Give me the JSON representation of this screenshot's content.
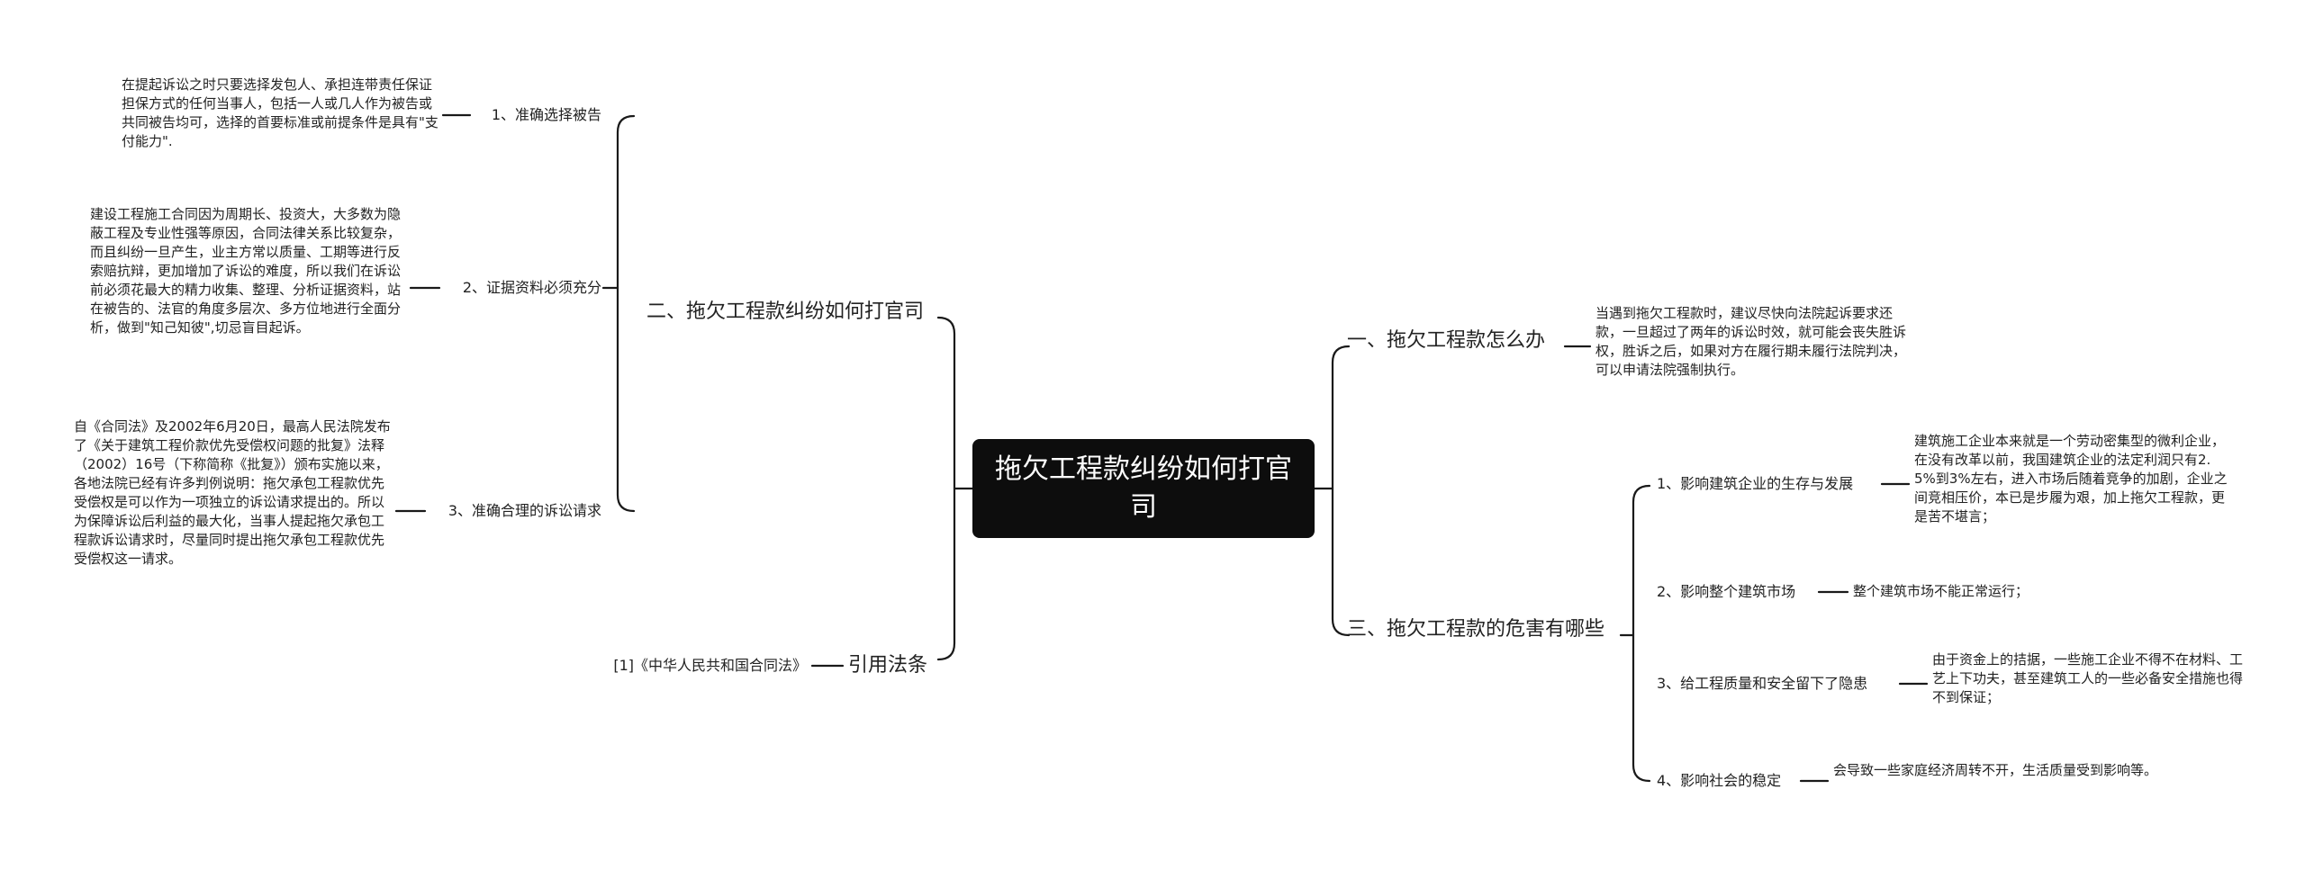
{
  "root": "拖欠工程款纠纷如何打官司",
  "left": {
    "b2": {
      "title": "二、拖欠工程款纠纷如何打官司",
      "items": [
        {
          "label": "1、准确选择被告",
          "text": "在提起诉讼之时只要选择发包人、承担连带责任保证担保方式的任何当事人，包括一人或几人作为被告或共同被告均可，选择的首要标准或前提条件是具有\"支付能力\"."
        },
        {
          "label": "2、证据资料必须充分",
          "text": "建设工程施工合同因为周期长、投资大，大多数为隐蔽工程及专业性强等原因，合同法律关系比较复杂，而且纠纷一旦产生，业主方常以质量、工期等进行反索赔抗辩，更加增加了诉讼的难度，所以我们在诉讼前必须花最大的精力收集、整理、分析证据资料，站在被告的、法官的角度多层次、多方位地进行全面分析，做到\"知己知彼\",切忌盲目起诉。"
        },
        {
          "label": "3、准确合理的诉讼请求",
          "text": "自《合同法》及2002年6月20日，最高人民法院发布了《关于建筑工程价款优先受偿权问题的批复》法释（2002）16号（下称简称《批复》）颁布实施以来，各地法院已经有许多判例说明：拖欠承包工程款优先受偿权是可以作为一项独立的诉讼请求提出的。所以为保障诉讼后利益的最大化，当事人提起拖欠承包工程款诉讼请求时，尽量同时提出拖欠承包工程款优先受偿权这一请求。"
        }
      ]
    },
    "law": {
      "title": "引用法条",
      "item": "[1]《中华人民共和国合同法》"
    }
  },
  "right": {
    "b1": {
      "title": "一、拖欠工程款怎么办",
      "text": "当遇到拖欠工程款时，建议尽快向法院起诉要求还款，一旦超过了两年的诉讼时效，就可能会丧失胜诉权，胜诉之后，如果对方在履行期未履行法院判决，可以申请法院强制执行。"
    },
    "b3": {
      "title": "三、拖欠工程款的危害有哪些",
      "items": [
        {
          "label": "1、影响建筑企业的生存与发展",
          "text": "建筑施工企业本来就是一个劳动密集型的微利企业，在没有改革以前，我国建筑企业的法定利润只有2.5%到3%左右，进入市场后随着竞争的加剧，企业之间竞相压价，本已是步履为艰，加上拖欠工程款，更是苦不堪言；"
        },
        {
          "label": "2、影响整个建筑市场",
          "text": "整个建筑市场不能正常运行；"
        },
        {
          "label": "3、给工程质量和安全留下了隐患",
          "text": "由于资金上的拮据，一些施工企业不得不在材料、工艺上下功夫，甚至建筑工人的一些必备安全措施也得不到保证；"
        },
        {
          "label": "4、影响社会的稳定",
          "text": "会导致一些家庭经济周转不开，生活质量受到影响等。"
        }
      ]
    }
  }
}
